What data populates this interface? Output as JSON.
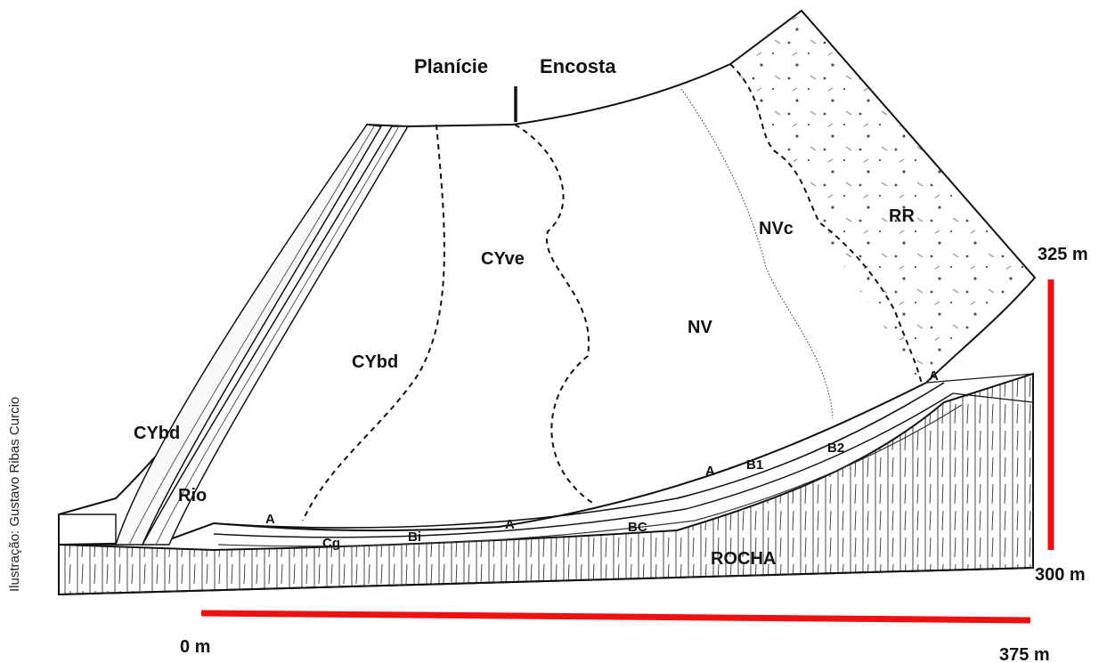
{
  "credit": "Ilustração: Gustavo Ribas Curcio",
  "landform_labels": {
    "plain": "Planície",
    "slope": "Encosta"
  },
  "soil_units": {
    "cybd_left": "CYbd",
    "river": "Rio",
    "cybd_right": "CYbd",
    "cyve": "CYve",
    "nv": "NV",
    "nvc": "NVc",
    "rr": "RR"
  },
  "horizons": {
    "a_left": "A",
    "cg": "Cg",
    "bi": "Bi",
    "a_mid": "A",
    "bc": "BC",
    "a_right": "A",
    "b1": "B1",
    "b2": "B2",
    "a_top": "A"
  },
  "bedrock": "ROCHA",
  "scale": {
    "elev_top": "325 m",
    "elev_bottom": "300 m",
    "dist_start": "0 m",
    "dist_end": "375 m",
    "color": "#ee1111"
  }
}
